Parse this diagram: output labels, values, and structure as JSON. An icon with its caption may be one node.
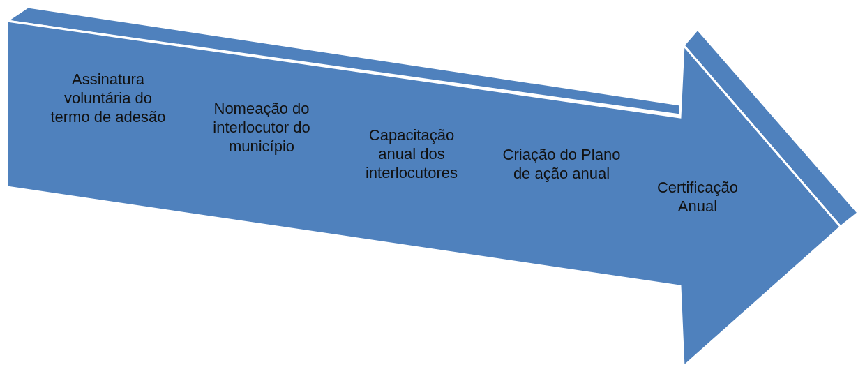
{
  "diagram": {
    "nodes": [
      {
        "text": [],
        "shape": "arrow"
      },
      {
        "text": [
          "Assinatura voluntária do termo de adesão"
        ],
        "in": 0
      },
      {
        "text": [
          "Nomeação do interlocutor do município"
        ],
        "in": 0
      },
      {
        "text": [
          "Capacitação anual dos interlocutores"
        ],
        "in": 0
      },
      {
        "text": [
          "Criação do Plano de ação anual"
        ],
        "in": 0
      },
      {
        "text": [
          "Certificação Anual"
        ],
        "in": 0
      }
    ]
  }
}
